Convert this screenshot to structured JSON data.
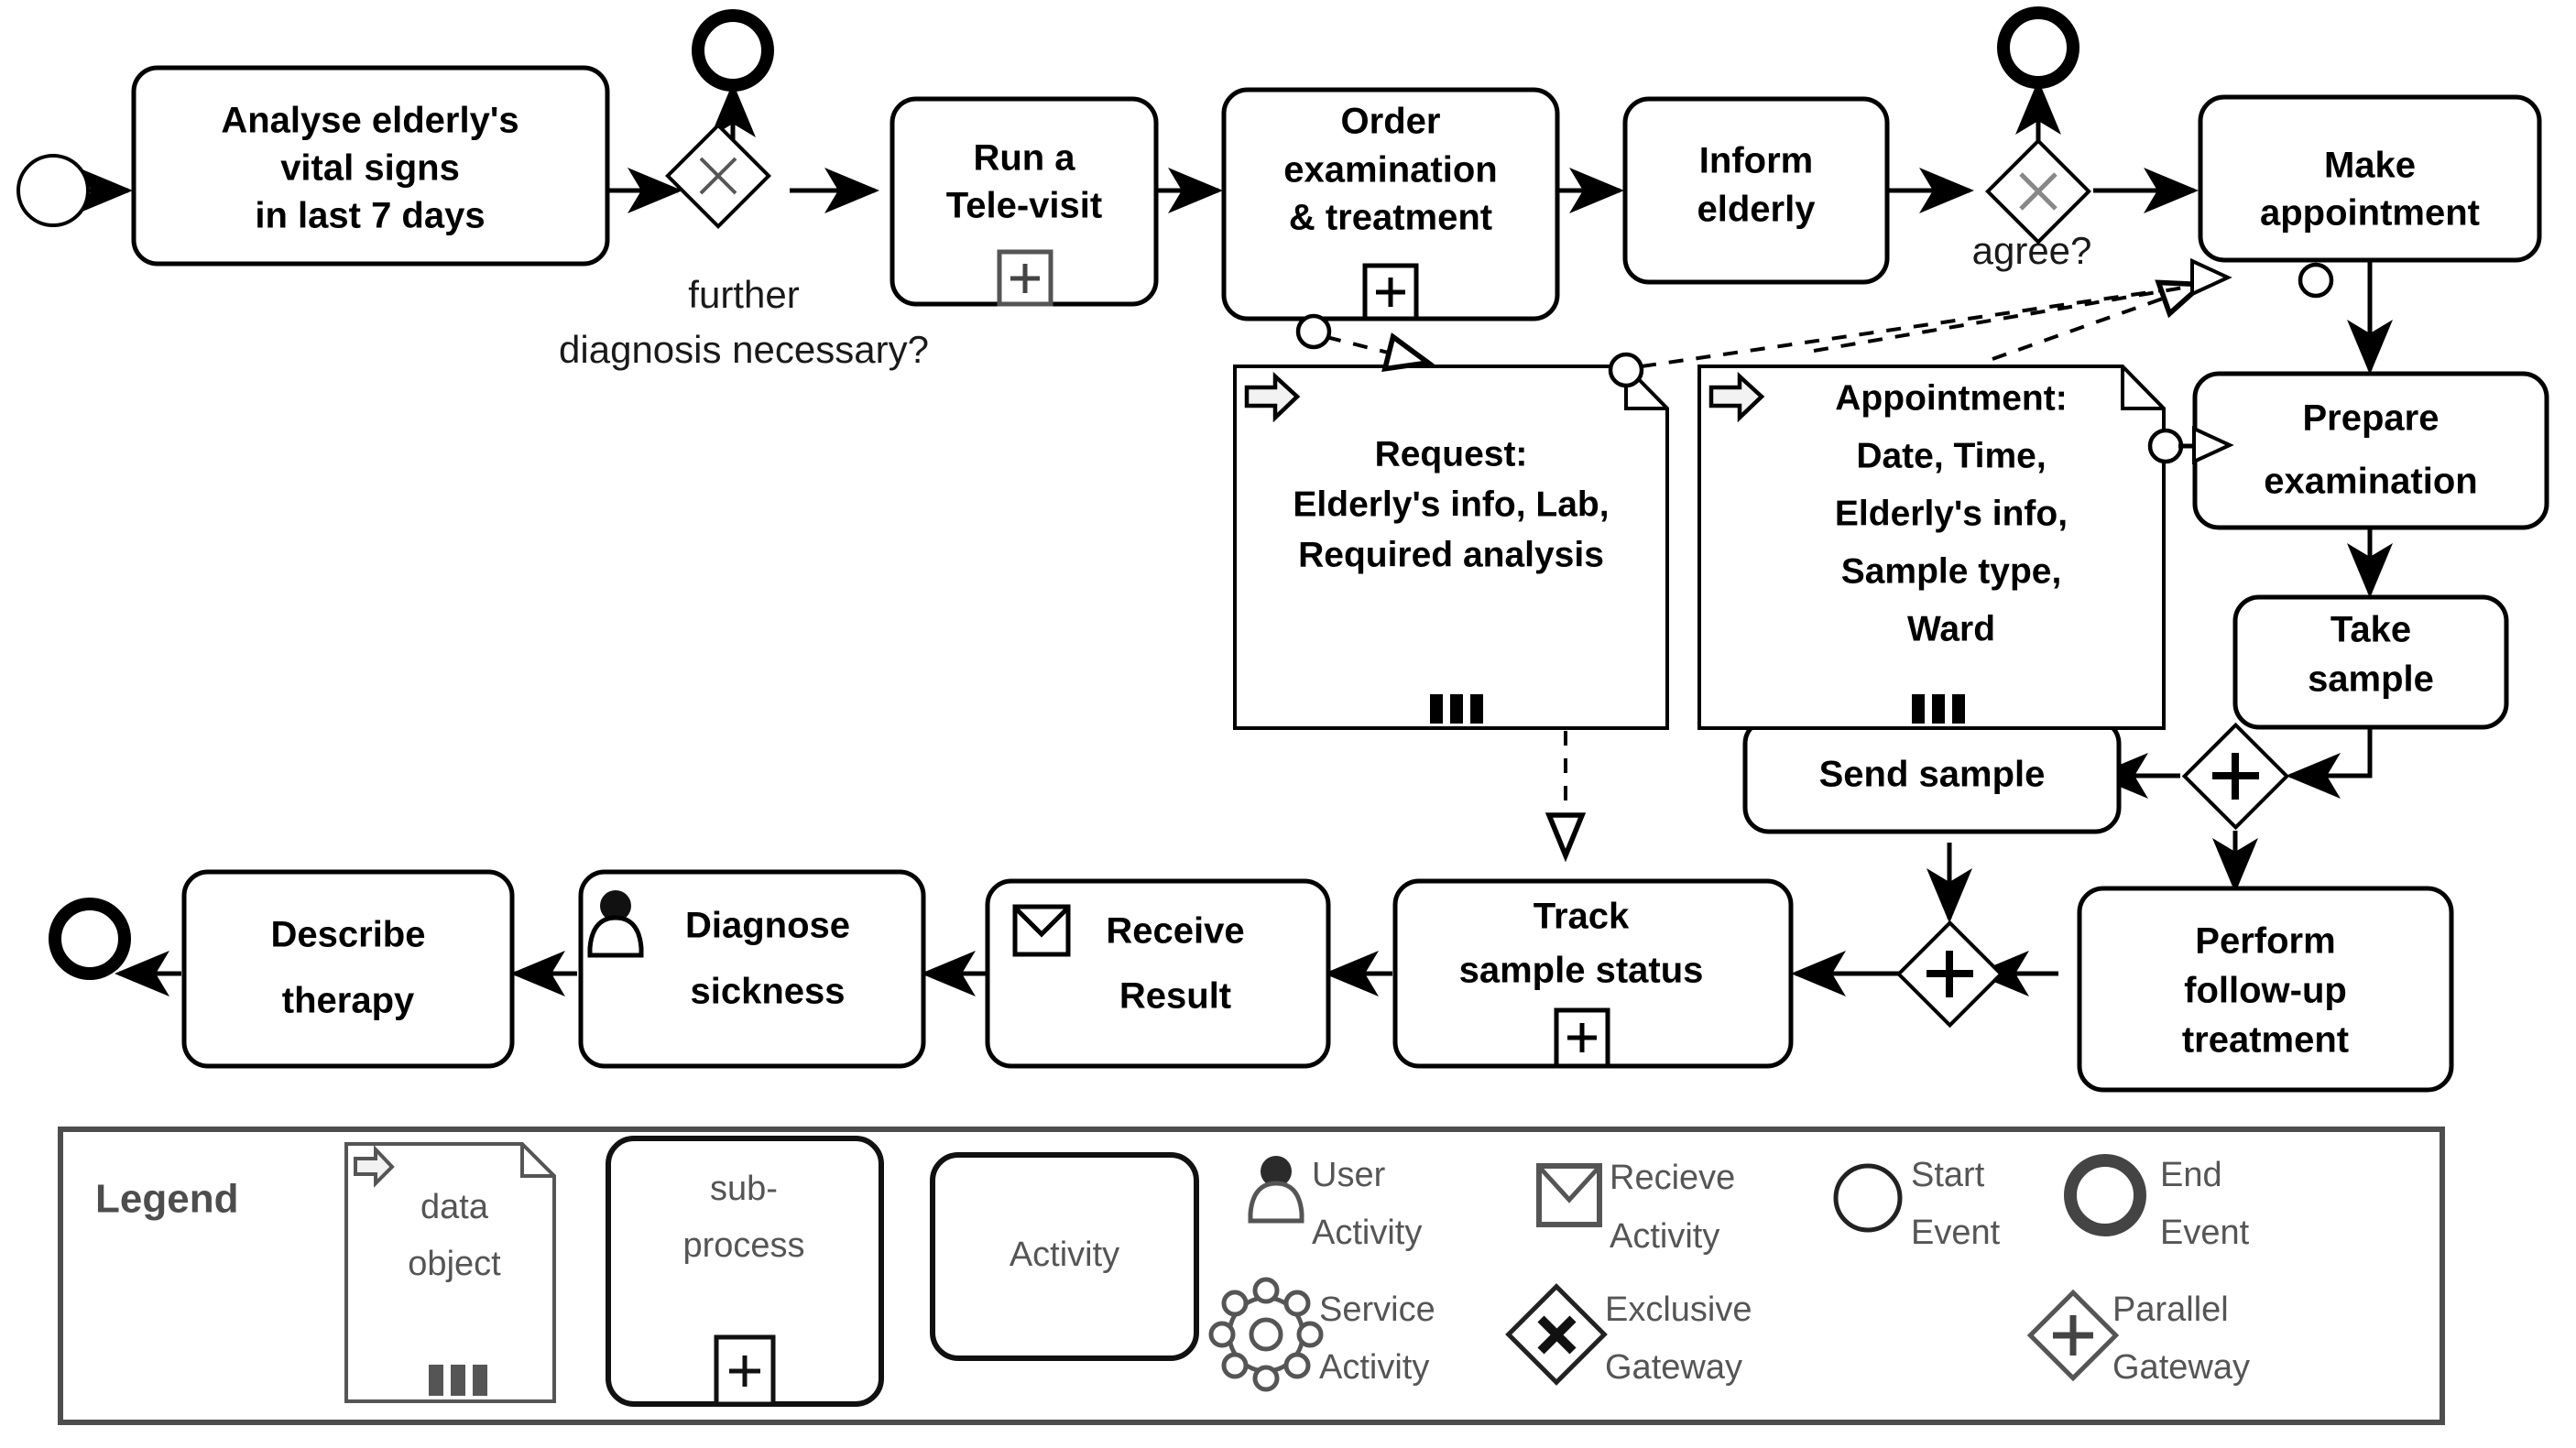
{
  "diagram": {
    "type": "BPMN process diagram",
    "title": "Elderly care tele-health examination process"
  },
  "nodes": {
    "start_event_1": {
      "name": "start-event",
      "label": ""
    },
    "task_analyse": {
      "label_lines": [
        "Analyse elderly's",
        "vital signs",
        "in last 7 days"
      ],
      "icon": "none"
    },
    "gateway_further": {
      "label": "further\ndiagnosis necessary?",
      "label_line1": "further",
      "label_line2": "diagnosis necessary?",
      "kind": "exclusive"
    },
    "end_event_1": {
      "name": "end-event",
      "label": ""
    },
    "task_televisit": {
      "label_lines": [
        "Run a",
        "Tele-visit"
      ],
      "marker": "+"
    },
    "task_order": {
      "label_lines": [
        "Order",
        "examination",
        "& treatment"
      ],
      "marker": "+"
    },
    "task_inform": {
      "label_lines": [
        "Inform",
        "elderly"
      ],
      "icon": "none"
    },
    "gateway_agree": {
      "label": "agree?",
      "kind": "exclusive"
    },
    "end_event_2": {
      "name": "end-event",
      "label": ""
    },
    "task_make_appointment": {
      "label_lines": [
        "Make",
        "appointment"
      ],
      "icon": "none"
    },
    "task_prepare_exam": {
      "label_lines": [
        "Prepare",
        "examination"
      ],
      "icon": "none"
    },
    "task_take_sample": {
      "label_lines": [
        "Take",
        "sample"
      ],
      "icon": "none"
    },
    "gateway_parallel_1": {
      "label": "+",
      "kind": "parallel"
    },
    "task_send_sample": {
      "label_lines": [
        "Send sample"
      ],
      "icon": "none"
    },
    "task_perform_followup": {
      "label_lines": [
        "Perform",
        "follow-up",
        "treatment"
      ],
      "icon": "none"
    },
    "gateway_parallel_2": {
      "label": "+",
      "kind": "parallel"
    },
    "task_track_status": {
      "label_lines": [
        "Track",
        "sample status"
      ],
      "marker": "+"
    },
    "task_receive_result": {
      "label_lines": [
        "Receive",
        "Result"
      ],
      "icon": "envelope"
    },
    "task_diagnose": {
      "label_lines": [
        "Diagnose",
        "sickness"
      ],
      "icon": "user"
    },
    "task_describe_therapy": {
      "label_lines": [
        "Describe",
        "therapy"
      ],
      "icon": "none"
    },
    "end_event_3": {
      "name": "end-event",
      "label": ""
    }
  },
  "data_objects": {
    "request": {
      "lines": [
        "Request:",
        "Elderly's info, Lab,",
        "Required analysis"
      ]
    },
    "appointment": {
      "lines": [
        "Appointment:",
        "Date, Time,",
        "Elderly's info,",
        "Sample type,",
        "Ward"
      ]
    }
  },
  "legend": {
    "title": "Legend",
    "items": [
      {
        "key": "data-object",
        "lines": [
          "data",
          "object"
        ],
        "shape": "document"
      },
      {
        "key": "sub-process",
        "lines": [
          "sub-",
          "process"
        ],
        "shape": "rounded-rect-plus",
        "marker": "+"
      },
      {
        "key": "activity",
        "lines": [
          "Activity"
        ],
        "shape": "rounded-rect"
      },
      {
        "key": "user-activity",
        "lines": [
          "User",
          "Activity"
        ],
        "shape": "user-icon"
      },
      {
        "key": "receive-activity",
        "lines": [
          "Recieve",
          "Activity"
        ],
        "shape": "envelope-icon"
      },
      {
        "key": "start-event",
        "lines": [
          "Start",
          "Event"
        ],
        "shape": "thin-circle"
      },
      {
        "key": "end-event",
        "lines": [
          "End",
          "Event"
        ],
        "shape": "thick-circle"
      },
      {
        "key": "service-activity",
        "lines": [
          "Service",
          "Activity"
        ],
        "shape": "gear-icon"
      },
      {
        "key": "exclusive-gateway",
        "lines": [
          "Exclusive",
          "Gateway"
        ],
        "shape": "diamond-x"
      },
      {
        "key": "parallel-gateway",
        "lines": [
          "Parallel",
          "Gateway"
        ],
        "shape": "diamond-plus"
      }
    ]
  },
  "colors": {
    "stroke": "#000000",
    "legend_stroke": "#555555",
    "background": "#ffffff"
  }
}
